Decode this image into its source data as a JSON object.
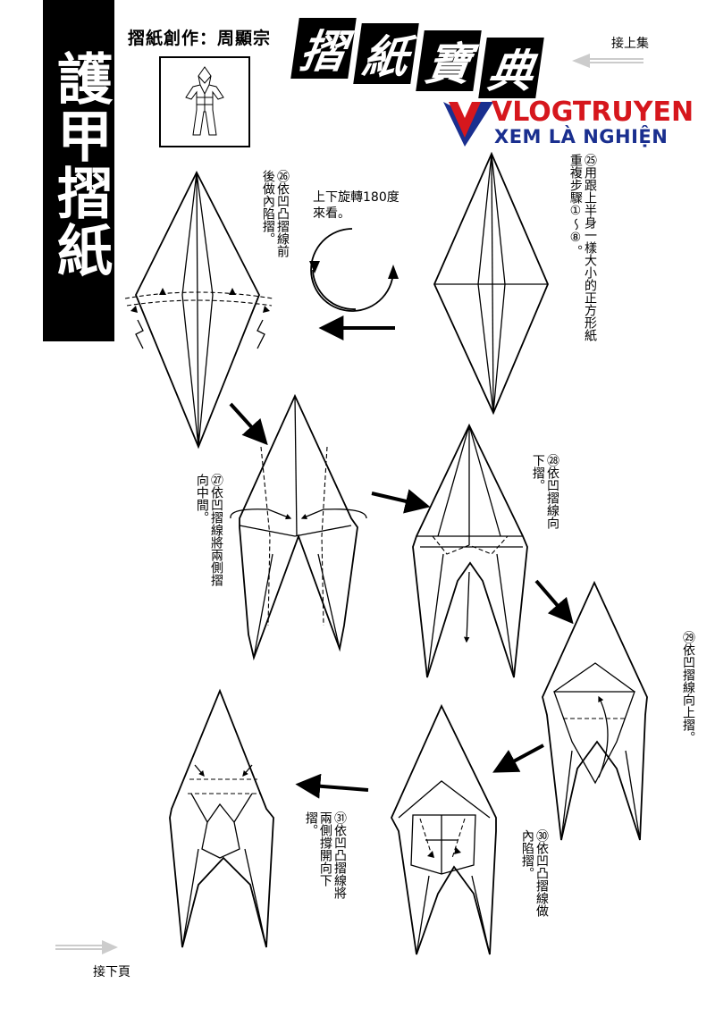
{
  "side_title": "護甲摺紙",
  "author": "摺紙創作：周顯宗",
  "series_chars": [
    "摺",
    "紙",
    "寶",
    "典"
  ],
  "prev_label": "接上集",
  "next_label": "接下頁",
  "watermark": {
    "top": "VLOGTRUYEN",
    "bottom": "XEM LÀ NGHIỆN",
    "colors": {
      "red": "#d6171d",
      "blue": "#1a2f8f"
    }
  },
  "rotate_note": "上下旋轉180度來看。",
  "steps": {
    "s25": {
      "num": "㉕",
      "text": "用跟上半身一樣大小的正方形紙重複步驟①～⑧。"
    },
    "s26": {
      "num": "㉖",
      "text": "依凹凸摺線前後做內陷摺。"
    },
    "s27": {
      "num": "㉗",
      "text": "依凹摺線將兩側摺向中間。"
    },
    "s28": {
      "num": "㉘",
      "text": "依凹摺線向下摺。"
    },
    "s29": {
      "num": "㉙",
      "text": "依凹摺線向上摺。"
    },
    "s30": {
      "num": "㉚",
      "text": "依凹凸摺線做內陷摺。"
    },
    "s31": {
      "num": "㉛",
      "text": "依凹凸摺線將兩側撐開向下摺。"
    }
  }
}
